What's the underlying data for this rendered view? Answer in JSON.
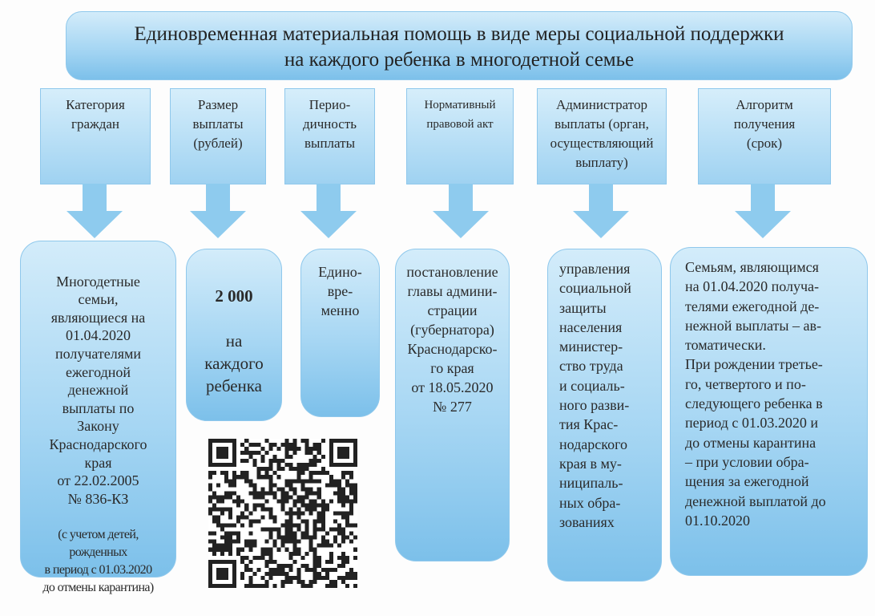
{
  "title": "Единовременная материальная помощь в виде меры социальной поддержки\nна каждого ребенка в многодетной семье",
  "headers": [
    "Категория\nграждан",
    "Размер\nвыплаты\n(рублей)",
    "Перио-\nдичность\nвыплаты",
    "Нормативный\nправовой акт",
    "Администратор\nвыплаты (орган,\nосуществляющий\nвыплату)",
    "Алгоритм\nполучения\n(срок)"
  ],
  "content": {
    "category": "Многодетные\nсемьи,\nявляющиеся на\n01.04.2020\nполучателями\nежегодной\nденежной\nвыплаты по\nЗакону\nКраснодарского\nкрая\nот 22.02.2005\n№ 836-КЗ",
    "category_note": "(с учетом детей,\nрожденных\nв период с 01.03.2020\nдо отмены карантина)",
    "amount": "2 000",
    "amount_suffix": "на\nкаждого\nребенка",
    "periodicity": "Едино-\nвре-\nменно",
    "act": "постановление\nглавы админи-\nстрации\n(губернатора)\nКраснодарско-\nго края\nот 18.05.2020\n№ 277",
    "administrator": "управления\nсоциальной\nзащиты\nнаселения\nминистер-\nство труда\nи социаль-\nного разви-\nтия Крас-\nнодарского\nкрая в му-\nниципаль-\nных обра-\nзованиях",
    "algorithm": "Семьям, являющимся\nна 01.04.2020 получа-\nтелями ежегодной де-\nнежной выплаты – ав-\nтоматически.\nПри рождении третье-\nго, четвертого и по-\nследующего ребенка в\nпериод с 01.03.2020 и\nдо отмены карантина\n– при условии обра-\nщения за ежегодной\nденежной выплатой до\n01.10.2020"
  },
  "colors": {
    "box_light": "#d3ecfa",
    "box_dark": "#7cc0ea",
    "arrow": "#8ecbee"
  }
}
